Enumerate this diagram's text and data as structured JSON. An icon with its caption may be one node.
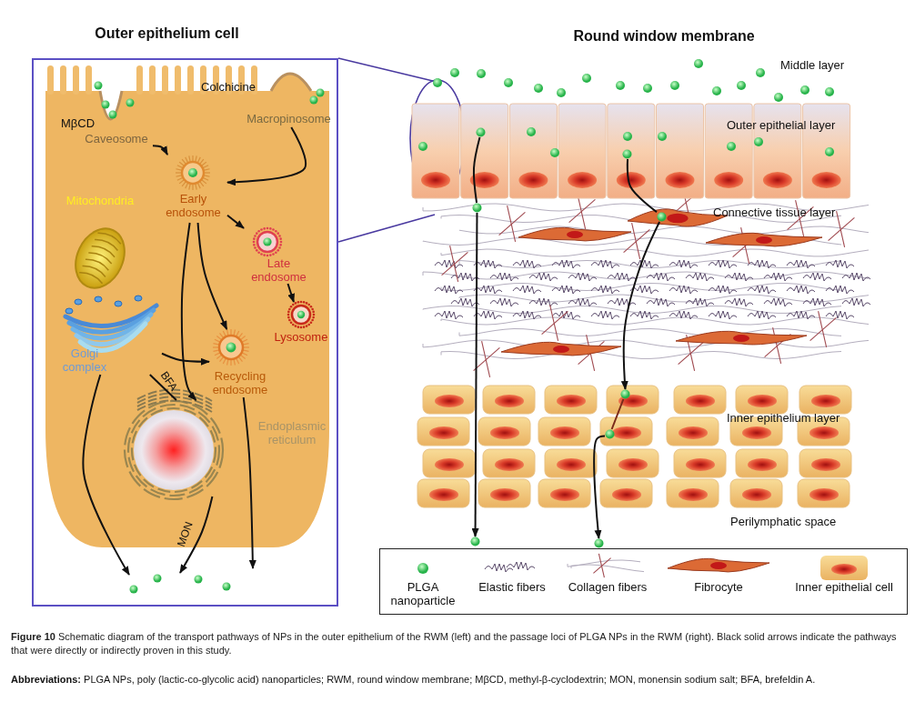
{
  "diagram": {
    "caption": "**Figure 10** Schematic diagram of the transport pathways of NPs in the outer epithelium of the RWM (left) and the passage loci of PLGA NPs in the RWM (right). Black solid arrows indicate the pathways that were directly or indirectly proven in this study.",
    "nodes": [
      {
        "text": [
          "Outer epithelium cell"
        ]
      },
      {
        "text": [
          "Caveosome"
        ],
        "in": 0
      },
      {
        "text": [
          "Macropinosome"
        ],
        "in": 0
      },
      {
        "text": [
          "Early endosome"
        ],
        "in": 0
      },
      {
        "text": [
          "Late endosome"
        ],
        "in": 0
      },
      {
        "text": [
          "Lysosome"
        ],
        "in": 0
      },
      {
        "text": [
          "Recycling endosome"
        ],
        "in": 0
      },
      {
        "text": [
          "Golgi complex"
        ],
        "in": 0
      },
      {
        "text": [
          "Endoplasmic reticulum"
        ],
        "in": 0
      },
      {
        "text": [
          "Mitochondria"
        ],
        "in": 0
      },
      {
        "text": [],
        "shape": "circle"
      },
      {
        "text": [],
        "shape": "circle"
      },
      {
        "text": [],
        "shape": "circle"
      },
      {
        "text": [],
        "shape": "circle"
      },
      {
        "text": [],
        "shape": "circle"
      },
      {
        "text": [],
        "shape": "circle"
      },
      {
        "text": [],
        "shape": "circle"
      },
      {
        "text": [],
        "shape": "circle"
      }
    ],
    "edges": [
      {
        "from": 1,
        "to": 3,
        "arrow": "to"
      },
      {
        "from": 2,
        "to": 3,
        "arrow": "to"
      },
      {
        "from": 3,
        "to": 4,
        "arrow": "to"
      },
      {
        "from": 4,
        "to": 5,
        "arrow": "to"
      },
      {
        "from": 3,
        "to": 6,
        "arrow": "to"
      },
      {
        "from": 3,
        "to": 8,
        "arrow": "to"
      },
      {
        "from": 7,
        "to": 6,
        "arrow": "to"
      },
      {
        "from": 8,
        "to": 7,
        "arrow": "none",
        "label": "BFA"
      },
      {
        "from": 7,
        "to": null,
        "arrow": "to"
      },
      {
        "from": 6,
        "to": null,
        "arrow": "to"
      },
      {
        "from": 8,
        "to": null,
        "arrow": "to",
        "label": "MON"
      },
      {
        "from": 10,
        "to": 11,
        "arrow": "none"
      },
      {
        "from": 11,
        "to": 12,
        "arrow": "to"
      },
      {
        "from": 13,
        "to": 14,
        "arrow": "none"
      },
      {
        "from": 14,
        "to": 15,
        "arrow": "to"
      },
      {
        "from": 15,
        "to": 16,
        "arrow": "none",
        "color": "#7a2a1a"
      },
      {
        "from": 16,
        "to": 17,
        "arrow": "to"
      }
    ],
    "labels": [
      "Round window membrane",
      "Colchicine",
      "MβCD",
      "Middle layer",
      "Outer epithelial layer",
      "Connective tissue layer",
      "Inner epithelium layer",
      "Perilymphatic space",
      "**Abbreviations:** PLGA NPs, poly (lactic-co-glycolic acid) nanoparticles; RWM, round window membrane; MβCD, methyl-β-cyclodextrin; MON, monensin sodium salt; BFA, brefeldin A."
    ],
    "legend": [
      {
        "text": "PLGA nanoparticle"
      },
      {
        "text": "Elastic fibers"
      },
      {
        "text": "Collagen fibers"
      },
      {
        "text": "Fibrocyte"
      },
      {
        "text": "Inner epithelial cell"
      }
    ]
  }
}
